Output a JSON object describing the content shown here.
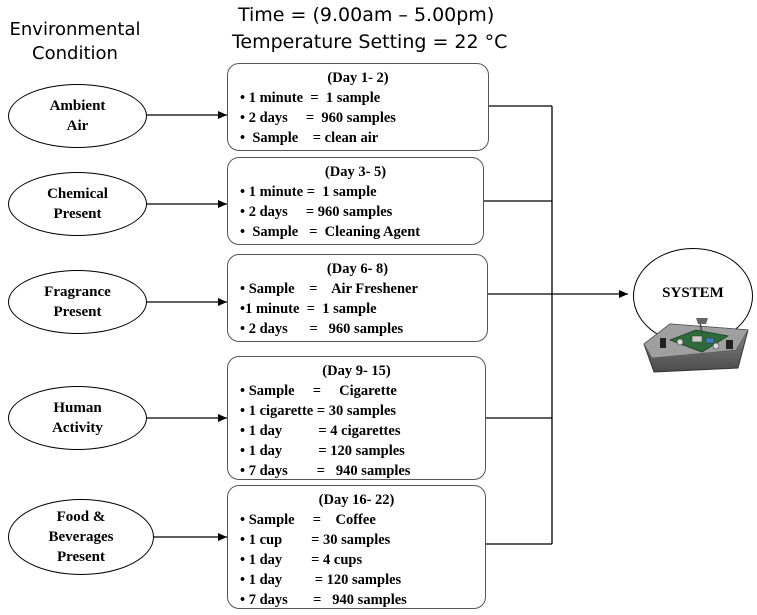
{
  "header": {
    "time": "Time = (9.00am – 5.00pm)",
    "temperature": "Temperature Setting = 22 °C"
  },
  "env_heading": [
    "Environmental",
    "Condition"
  ],
  "conditions": [
    {
      "lines": [
        "Ambient",
        "Air"
      ]
    },
    {
      "lines": [
        "Chemical",
        "Present"
      ]
    },
    {
      "lines": [
        "Fragrance",
        "Present"
      ]
    },
    {
      "lines": [
        "Human",
        "Activity"
      ]
    },
    {
      "lines": [
        "Food &",
        "Beverages",
        "Present"
      ]
    }
  ],
  "boxes": [
    {
      "title": "(Day 1- 2)",
      "lines": [
        "• 1 minute  =  1 sample",
        "• 2 days     =  960 samples",
        "•  Sample    = clean air"
      ]
    },
    {
      "title": "(Day 3- 5)",
      "lines": [
        "• 1 minute =  1 sample",
        "• 2 days     = 960 samples",
        "•  Sample   =  Cleaning Agent"
      ]
    },
    {
      "title": "(Day 6- 8)",
      "lines": [
        "• Sample    =    Air Freshener",
        "•1 minute  =  1 sample",
        "• 2 days      =   960 samples"
      ]
    },
    {
      "title": "(Day 9- 15)",
      "lines": [
        "• Sample     =     Cigarette",
        "• 1 cigarette = 30 samples",
        "• 1 day          = 4 cigarettes",
        "• 1 day          = 120 samples",
        "• 7 days        =   940 samples"
      ]
    },
    {
      "title": "(Day 16- 22)",
      "lines": [
        "• Sample     =    Coffee",
        "• 1 cup        = 30 samples",
        "• 1 day        = 4 cups",
        "• 1 day         = 120 samples",
        "• 7 days       =   940 samples"
      ]
    }
  ],
  "system": {
    "label": "SYSTEM"
  }
}
